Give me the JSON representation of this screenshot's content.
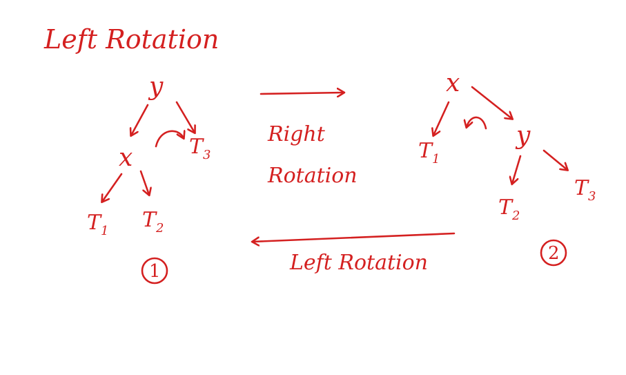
{
  "title": "Left Rotation",
  "tree1": {
    "root": "y",
    "child": "x",
    "t1": "T",
    "t1_sub": "1",
    "t2": "T",
    "t2_sub": "2",
    "t3": "T",
    "t3_sub": "3",
    "label": "1"
  },
  "tree2": {
    "root": "x",
    "child": "y",
    "t1": "T",
    "t1_sub": "1",
    "t2": "T",
    "t2_sub": "2",
    "t3": "T",
    "t3_sub": "3",
    "label": "2"
  },
  "arrows": {
    "top_label_line1": "Right",
    "top_label_line2": "Rotation",
    "bottom_label": "Left Rotation"
  },
  "colors": {
    "ink": "#d42020",
    "background": "#ffffff"
  }
}
